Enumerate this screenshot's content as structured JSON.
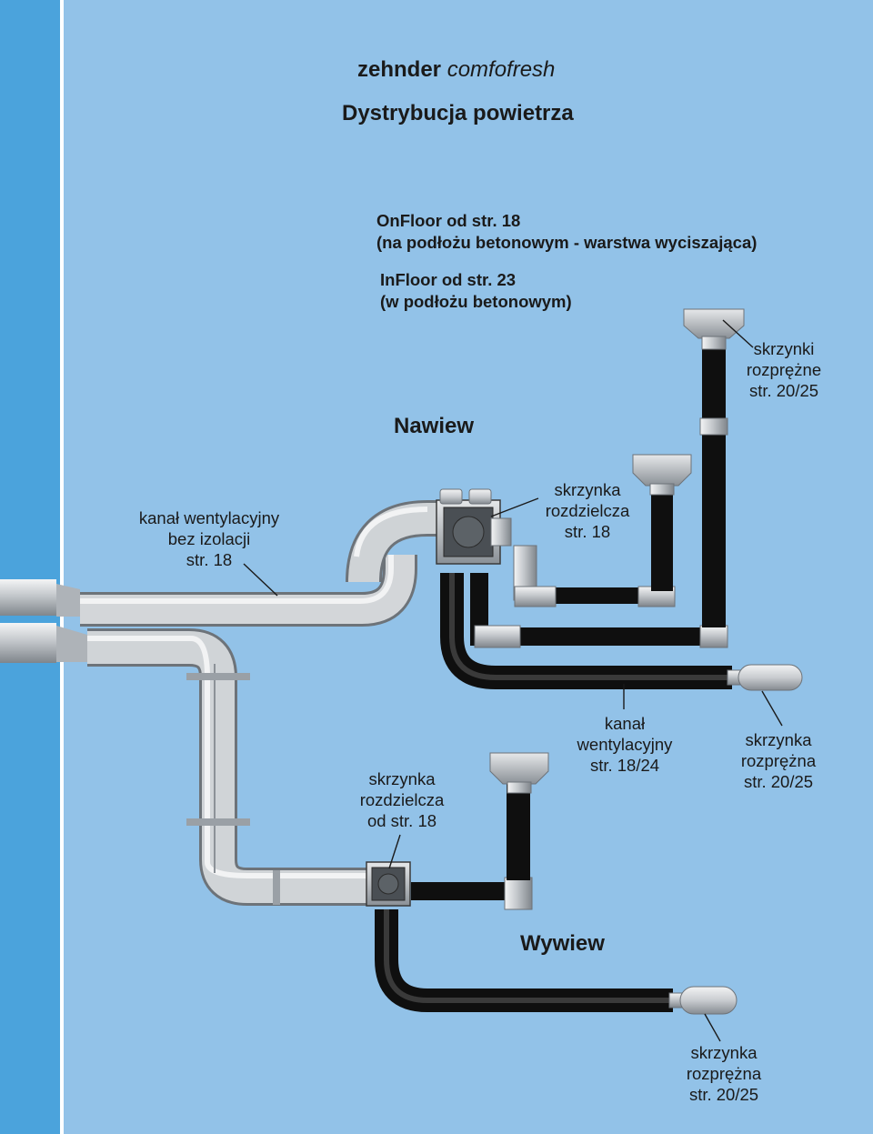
{
  "header": {
    "brand_bold": "zehnder",
    "brand_italic": "comfofresh",
    "title": "Dystrybucja powietrza"
  },
  "notes": {
    "onfloor_line1": "OnFloor od str. 18",
    "onfloor_line2": "(na podłożu betonowym - warstwa wyciszająca)",
    "infloor_line1": "InFloor od str. 23",
    "infloor_line2": "(w podłożu betonowym)"
  },
  "sections": {
    "supply": "Nawiew",
    "exhaust": "Wywiew"
  },
  "labels": {
    "duct_no_insulation": [
      "kanał wentylacyjny",
      "bez izolacji",
      "str. 18"
    ],
    "plenum_boxes_top": [
      "skrzynki",
      "rozprężne",
      "str. 20/25"
    ],
    "distribution_box_top": [
      "skrzynka",
      "rozdzielcza",
      "str. 18"
    ],
    "distribution_box_bottom": [
      "skrzynka",
      "rozdzielcza",
      "od str. 18"
    ],
    "vent_duct": [
      "kanał",
      "wentylacyjny",
      "str. 18/24"
    ],
    "plenum_box_right": [
      "skrzynka",
      "rozprężna",
      "str. 20/25"
    ],
    "plenum_box_bottom": [
      "skrzynka",
      "rozprężna",
      "str. 20/25"
    ]
  },
  "colors": {
    "side_strip": "#4ba3dc",
    "panel": "#92c2e8",
    "pipe_grey": "#b9bec3",
    "flex_duct": "#1c1c1c",
    "text": "#1a1a1a"
  }
}
